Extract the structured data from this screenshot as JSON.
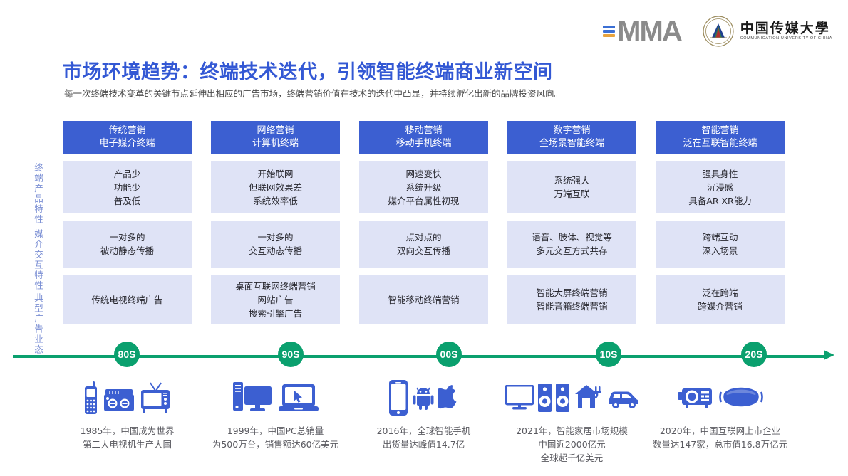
{
  "brand": {
    "mma_text": "MMA",
    "cuc_cn": "中国传媒大學",
    "cuc_en": "COMMUNICATION UNIVERSITY OF CHINA"
  },
  "header": {
    "title": "市场环境趋势：终端技术迭代，引领智能终端商业新空间",
    "subtitle": "每一次终端技术变革的关键节点延伸出相应的广告市场，终端营销价值在技术的迭代中凸显，并持续孵化出新的品牌投资风向。"
  },
  "row_labels": [
    "终端产品特性",
    "媒介交互特性",
    "典型广告业态"
  ],
  "colors": {
    "accent_blue": "#3358d4",
    "header_blue": "#3c5fd1",
    "cell_bg": "#dfe3f6",
    "timeline_green": "#0aa06e",
    "icon_blue": "#3c5fd1",
    "vlabel_blue": "#7b8fd4"
  },
  "columns": [
    {
      "header_line1": "传统营销",
      "header_line2": "电子媒介终端",
      "product": [
        "产品少",
        "功能少",
        "普及低"
      ],
      "interaction": [
        "一对多的",
        "被动静态传播"
      ],
      "adform": [
        "传统电视终端广告"
      ],
      "era": "80S",
      "icons": [
        "mobile-phone-icon",
        "radio-icon",
        "crt-tv-icon"
      ],
      "caption": [
        "1985年，中国成为世界",
        "第二大电视机生产大国"
      ]
    },
    {
      "header_line1": "网络营销",
      "header_line2": "计算机终端",
      "product": [
        "开始联网",
        "但联网效果差",
        "系统效率低"
      ],
      "interaction": [
        "一对多的",
        "交互动态传播"
      ],
      "adform": [
        "桌面互联网终端营销",
        "网站广告",
        "搜索引擎广告"
      ],
      "era": "90S",
      "icons": [
        "desktop-computer-icon",
        "laptop-cursor-icon"
      ],
      "caption": [
        "1999年，中国PC总销量",
        "为500万台，销售额达60亿美元"
      ]
    },
    {
      "header_line1": "移动营销",
      "header_line2": "移动手机终端",
      "product": [
        "网速变快",
        "系统升级",
        "媒介平台属性初现"
      ],
      "interaction": [
        "点对点的",
        "双向交互传播"
      ],
      "adform": [
        "智能移动终端营销"
      ],
      "era": "00S",
      "icons": [
        "smartphone-icon",
        "android-icon",
        "apple-icon"
      ],
      "caption": [
        "2016年，全球智能手机",
        "出货量达峰值14.7亿"
      ]
    },
    {
      "header_line1": "数字营销",
      "header_line2": "全场景智能终端",
      "product": [
        "系统强大",
        "万端互联"
      ],
      "interaction": [
        "语音、肢体、视觉等",
        "多元交互方式共存"
      ],
      "adform": [
        "智能大屏终端营销",
        "智能音箱终端营销"
      ],
      "era": "10S",
      "icons": [
        "smart-tv-icon",
        "speaker-icon",
        "speaker-icon",
        "smart-home-icon",
        "smart-car-icon"
      ],
      "caption": [
        "2021年，智能家居市场规模",
        "中国近2000亿元",
        "全球超千亿美元"
      ]
    },
    {
      "header_line1": "智能营销",
      "header_line2": "泛在互联智能终端",
      "product": [
        "强具身性",
        "沉浸感",
        "具备AR XR能力"
      ],
      "interaction": [
        "跨端互动",
        "深入场景"
      ],
      "adform": [
        "泛在跨端",
        "跨媒介营销"
      ],
      "era": "20S",
      "icons": [
        "projector-icon",
        "vr-headset-icon"
      ],
      "caption": [
        "2020年，中国互联网上市企业",
        "数量达147家，总市值16.8万亿元"
      ]
    }
  ]
}
